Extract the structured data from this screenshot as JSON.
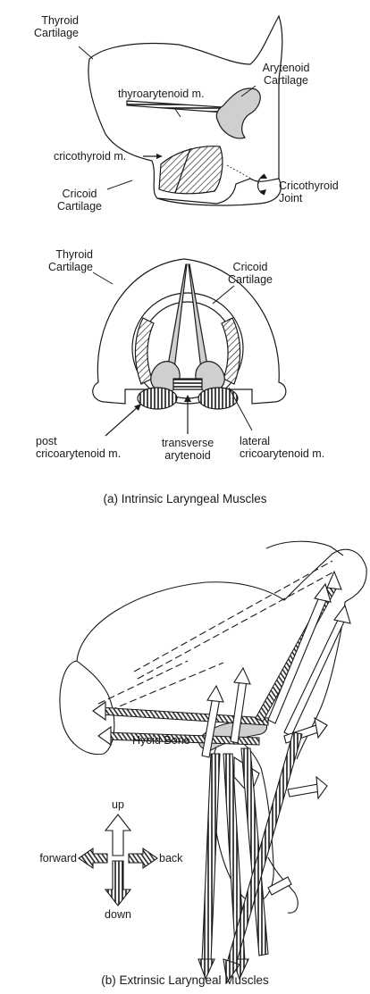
{
  "panel_a": {
    "top_view": {
      "thyroid_cartilage": "Thyroid\nCartilage",
      "thyroarytenoid": "thyroarytenoid m.",
      "arytenoid_cartilage": "Arytenoid\nCartilage",
      "cricothyroid_muscle": "cricothyroid m.",
      "cricoid_cartilage": "Cricoid\nCartilage",
      "cricothyroid_joint": "Cricothyroid\nJoint"
    },
    "bottom_view": {
      "thyroid_cartilage": "Thyroid\nCartilage",
      "cricoid_cartilage": "Cricoid\nCartilage",
      "post_cricoarytenoid": "post\ncricoarytenoid m.",
      "transverse_arytenoid": "transverse\narytenoid",
      "lateral_cricoarytenoid": "lateral\ncricoarytenoid m."
    },
    "caption": "(a) Intrinsic Laryngeal Muscles"
  },
  "panel_b": {
    "hyoid_bone": "Hyoid Bone",
    "legend": {
      "up": "up",
      "down": "down",
      "forward": "forward",
      "back": "back"
    },
    "caption": "(b) Extrinsic Laryngeal Muscles"
  },
  "colors": {
    "line": "#1a1a1a",
    "cartilage_fill": "#cfcfcf",
    "background": "#ffffff"
  }
}
